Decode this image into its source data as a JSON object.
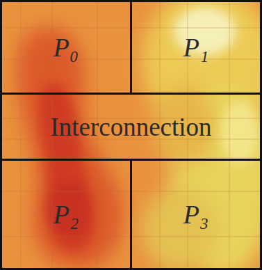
{
  "diagram": {
    "nodes": [
      {
        "text": [
          "P₀"
        ]
      },
      {
        "text": [
          "P₁"
        ]
      },
      {
        "text": [
          "Interconnection"
        ]
      },
      {
        "text": [
          "P₂"
        ]
      },
      {
        "text": [
          "P₃"
        ]
      }
    ]
  }
}
